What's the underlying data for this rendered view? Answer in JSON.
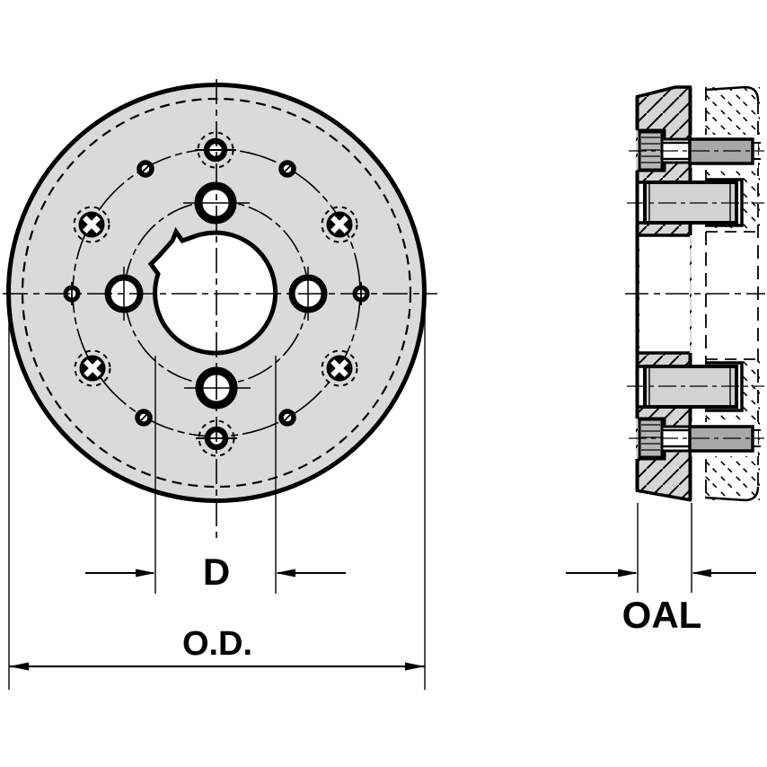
{
  "drawing": {
    "views": {
      "front_view": "adapter-plate-front-view",
      "side_view": "adapter-plate-section-side-view"
    },
    "labels": {
      "pilot_diameter": "D",
      "outer_diameter": "O.D.",
      "overall_length": "OAL"
    },
    "colors": {
      "line": "#000000",
      "background": "#ffffff",
      "disc_fill": "#dadada",
      "plate_fill": "#d6d6d6",
      "spindle_fill": "#ffffff",
      "hole_fill": "#ffffff",
      "stud_fill": "#d2d2d2",
      "thread_fill": "#a8a8a8",
      "screw_head_fill": "#b6b6b6"
    }
  }
}
